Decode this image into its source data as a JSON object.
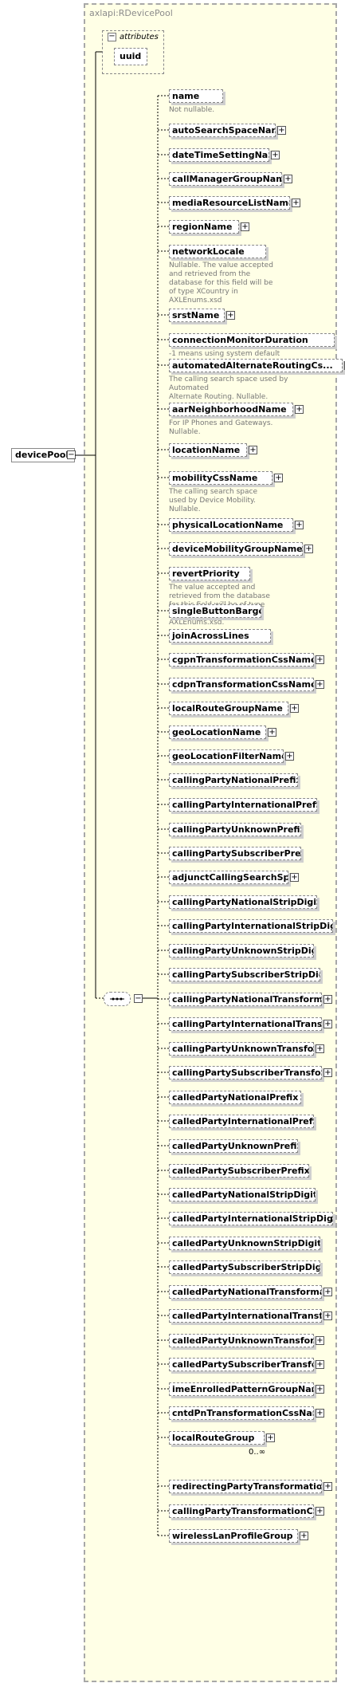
{
  "title": "axlapi:RDevicePool",
  "root": "devicePool",
  "attributes_label": "attributes",
  "attribute": "uuid",
  "children": [
    {
      "name": "name",
      "plus": false,
      "desc": "Not nullable."
    },
    {
      "name": "autoSearchSpaceName",
      "plus": true
    },
    {
      "name": "dateTimeSettingName",
      "plus": true
    },
    {
      "name": "callManagerGroupName",
      "plus": true
    },
    {
      "name": "mediaResourceListName",
      "plus": true
    },
    {
      "name": "regionName",
      "plus": true
    },
    {
      "name": "networkLocale",
      "plus": false,
      "desc": "Nullable. The value accepted\nand retrieved from the\ndatabase for this field will be\nof type XCountry in\nAXLEnums.xsd"
    },
    {
      "name": "srstName",
      "plus": true
    },
    {
      "name": "connectionMonitorDuration",
      "plus": false,
      "desc": "-1 means using system default"
    },
    {
      "name": "automatedAlternateRoutingCs...",
      "plus": true,
      "desc": "The calling search space used by Automated\nAlternate Routing. Nullable."
    },
    {
      "name": "aarNeighborhoodName",
      "plus": true,
      "desc": "For IP Phones and Gateways.\nNullable."
    },
    {
      "name": "locationName",
      "plus": true
    },
    {
      "name": "mobilityCssName",
      "plus": true,
      "desc": "The calling search space\nused by Device Mobility.\nNullable."
    },
    {
      "name": "physicalLocationName",
      "plus": true
    },
    {
      "name": "deviceMobilityGroupName",
      "plus": true
    },
    {
      "name": "revertPriority",
      "plus": false,
      "desc": "The value accepted and\nretrieved from the database\nfor this field will be of type\nXRevertPriority in\nAXLEnums.xsd."
    },
    {
      "name": "singleButtonBarge",
      "plus": false
    },
    {
      "name": "joinAcrossLines",
      "plus": false
    },
    {
      "name": "cgpnTransformationCssName",
      "plus": true
    },
    {
      "name": "cdpnTransformationCssName",
      "plus": true
    },
    {
      "name": "localRouteGroupName",
      "plus": true
    },
    {
      "name": "geoLocationName",
      "plus": true
    },
    {
      "name": "geoLocationFilterName",
      "plus": true
    },
    {
      "name": "callingPartyNationalPrefix",
      "plus": false
    },
    {
      "name": "callingPartyInternationalPrefix",
      "plus": false
    },
    {
      "name": "callingPartyUnknownPrefix",
      "plus": false
    },
    {
      "name": "callingPartySubscriberPrefix",
      "plus": false
    },
    {
      "name": "adjunctCallingSearchSpace",
      "plus": true
    },
    {
      "name": "callingPartyNationalStripDigits",
      "plus": false
    },
    {
      "name": "callingPartyInternationalStripDig...",
      "plus": false
    },
    {
      "name": "callingPartyUnknownStripDigits",
      "plus": false
    },
    {
      "name": "callingPartySubscriberStripDigits",
      "plus": false
    },
    {
      "name": "callingPartyNationalTransforma...",
      "plus": true
    },
    {
      "name": "callingPartyInternationalTransf...",
      "plus": true
    },
    {
      "name": "callingPartyUnknownTransfor...",
      "plus": true
    },
    {
      "name": "callingPartySubscriberTransfor...",
      "plus": true
    },
    {
      "name": "calledPartyNationalPrefix",
      "plus": false
    },
    {
      "name": "calledPartyInternationalPrefix",
      "plus": false
    },
    {
      "name": "calledPartyUnknownPrefix",
      "plus": false
    },
    {
      "name": "calledPartySubscriberPrefix",
      "plus": false
    },
    {
      "name": "calledPartyNationalStripDigits",
      "plus": false
    },
    {
      "name": "calledPartyInternationalStripDigits",
      "plus": false
    },
    {
      "name": "calledPartyUnknownStripDigits",
      "plus": false
    },
    {
      "name": "calledPartySubscriberStripDigits",
      "plus": false
    },
    {
      "name": "calledPartyNationalTransformat...",
      "plus": true
    },
    {
      "name": "calledPartyInternationalTransfo...",
      "plus": true
    },
    {
      "name": "calledPartyUnknownTransform...",
      "plus": true
    },
    {
      "name": "calledPartySubscriberTransfor...",
      "plus": true
    },
    {
      "name": "imeEnrolledPatternGroupName",
      "plus": true
    },
    {
      "name": "cntdPnTransformationCssName",
      "plus": true
    },
    {
      "name": "localRouteGroup",
      "plus": true,
      "occurs": "0..∞"
    },
    {
      "name": "redirectingPartyTransformatio...",
      "plus": true
    },
    {
      "name": "callingPartyTransformationCSS",
      "plus": true
    },
    {
      "name": "wirelessLanProfileGroup",
      "plus": true
    }
  ]
}
